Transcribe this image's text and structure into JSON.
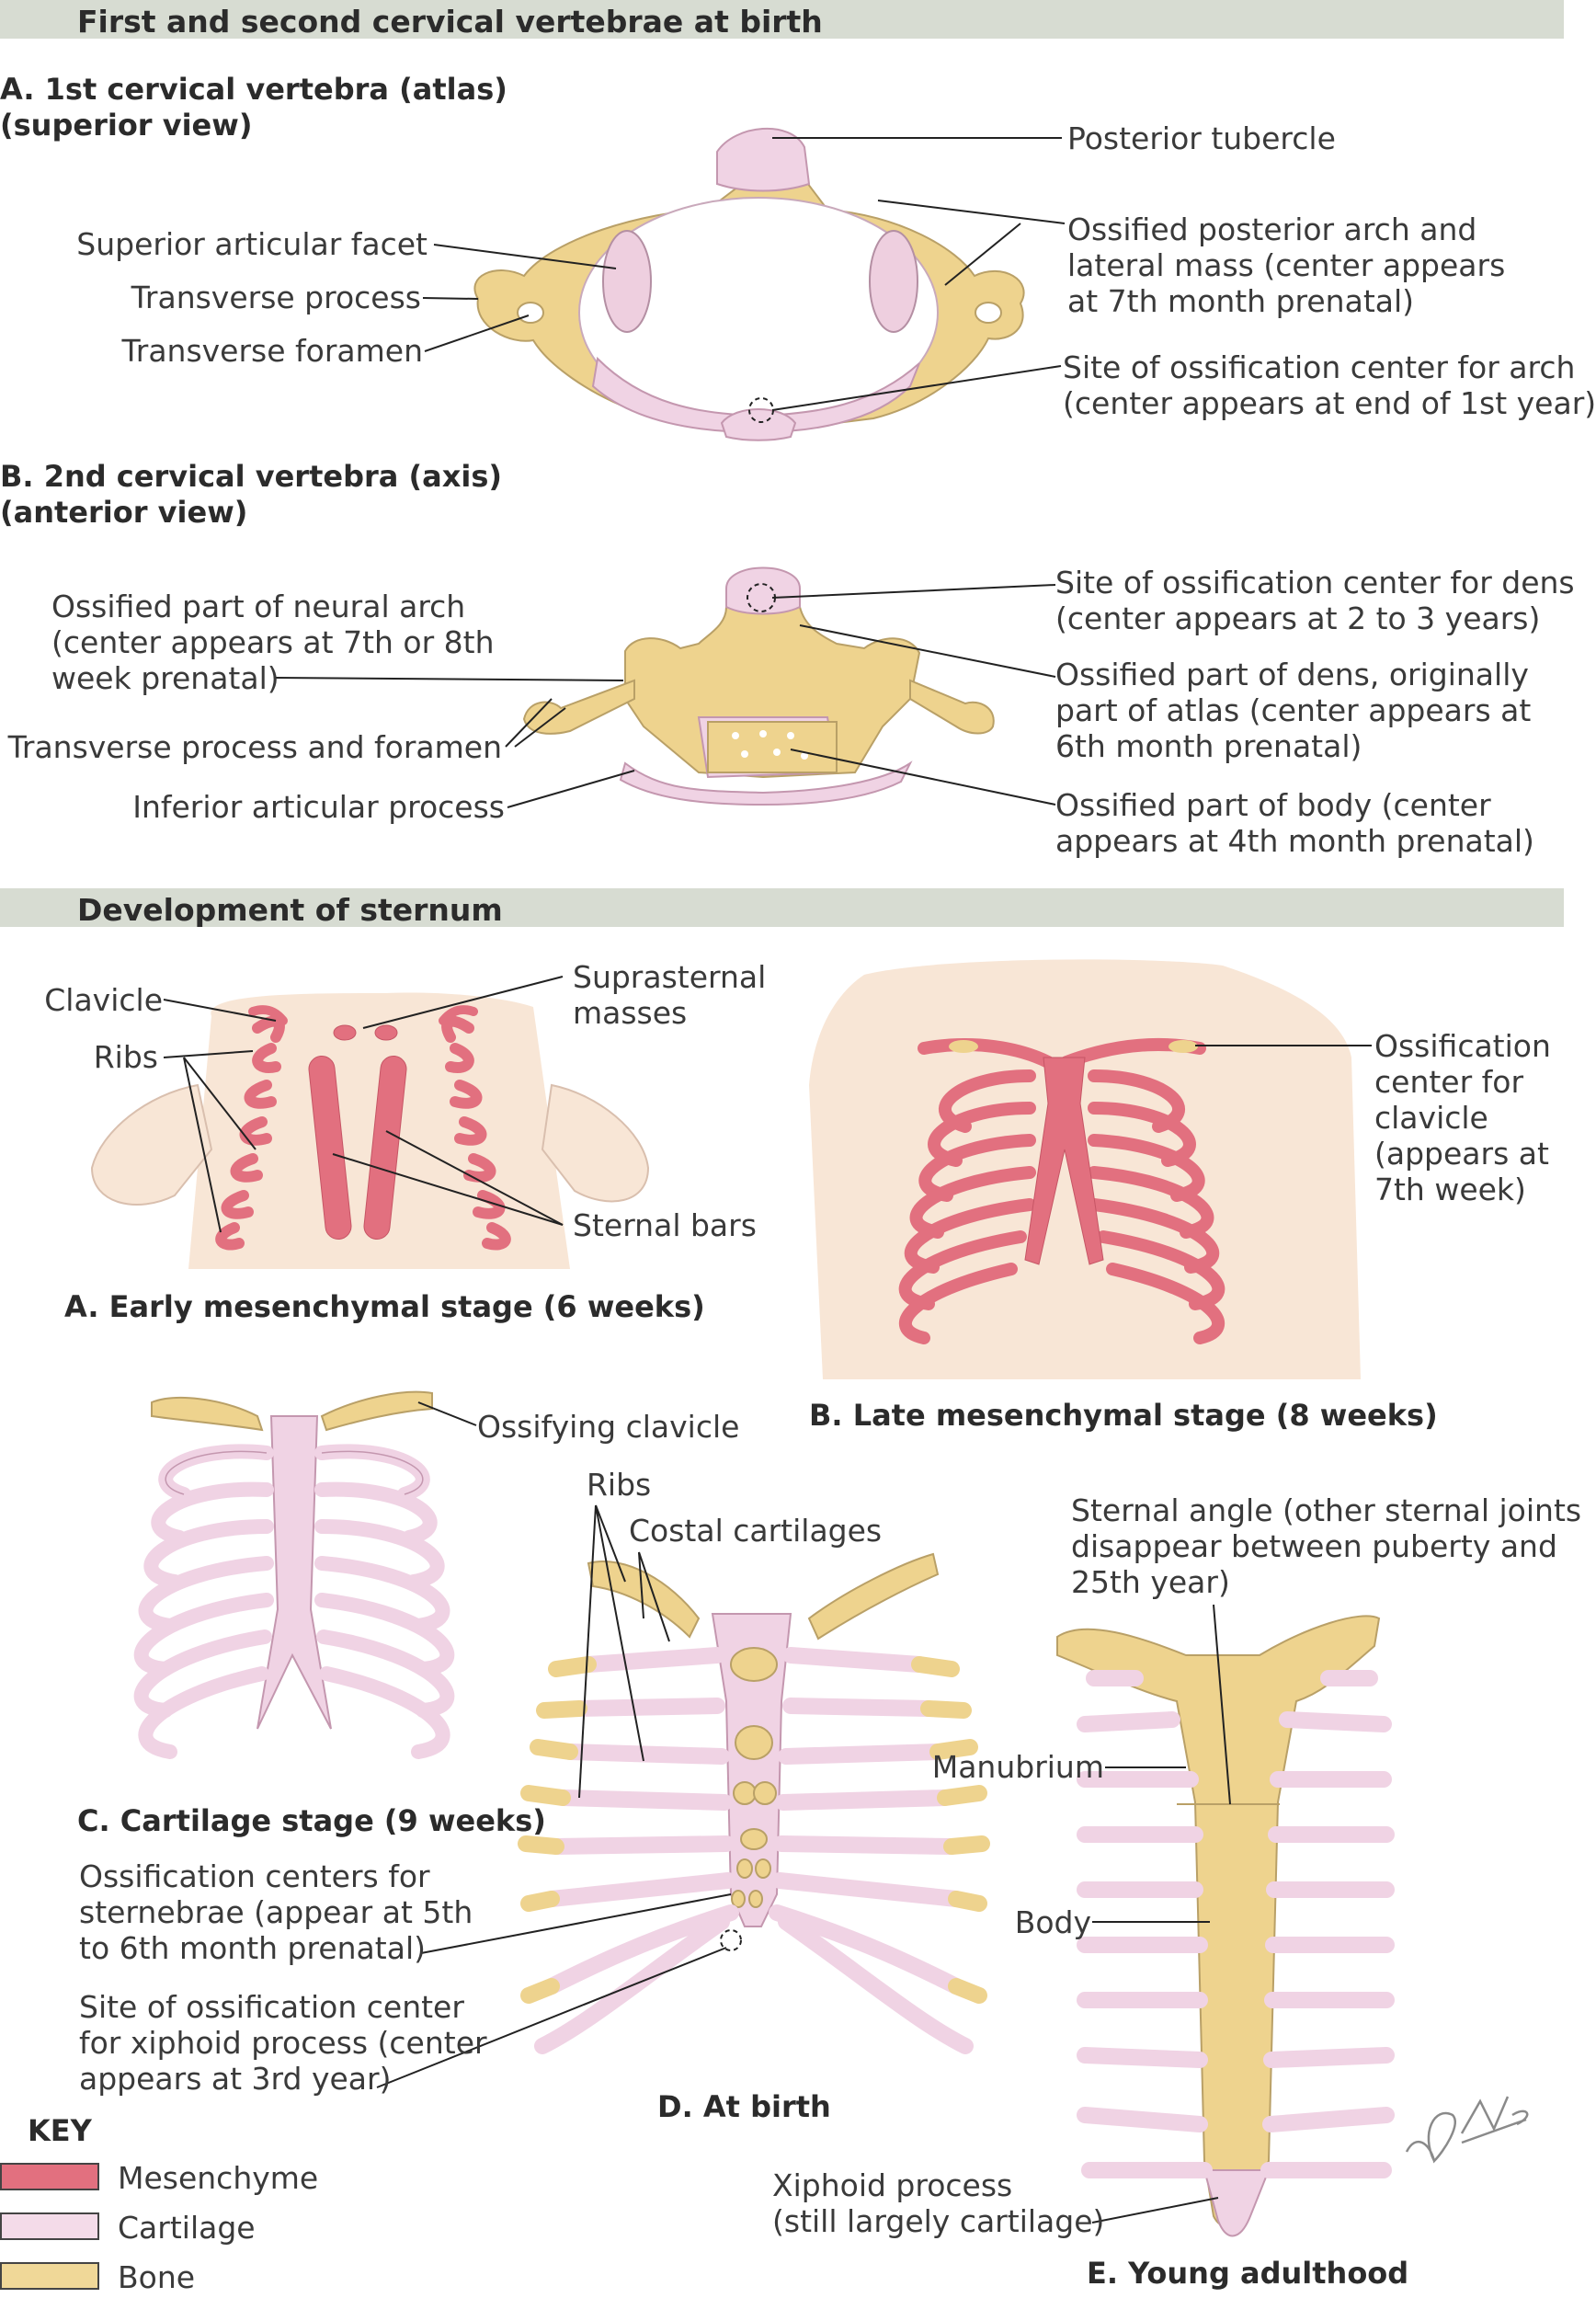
{
  "sections": {
    "cervical_title": "First and second cervical vertebrae at birth",
    "sternum_title": "Development of sternum"
  },
  "atlas": {
    "title_line1": "A. 1st cervical vertebra (atlas)",
    "title_line2": "(superior view)",
    "labels": {
      "posterior_tubercle": "Posterior tubercle",
      "superior_articular_facet": "Superior articular facet",
      "transverse_process": "Transverse process",
      "transverse_foramen": "Transverse foramen",
      "ossified_posterior_arch": "Ossified posterior arch and\nlateral mass (center appears\nat 7th month prenatal)",
      "site_arch": "Site of ossification center for arch\n(center appears at end of 1st year)"
    }
  },
  "axis": {
    "title_line1": "B. 2nd cervical vertebra (axis)",
    "title_line2": "(anterior view)",
    "labels": {
      "ossified_neural_arch": "Ossified part of neural arch\n(center appears at 7th or 8th\nweek prenatal)",
      "transverse_process_foramen": "Transverse process and foramen",
      "inferior_articular_process": "Inferior articular process",
      "site_dens": "Site of ossification center for dens\n(center appears at 2 to 3 years)",
      "ossified_dens": "Ossified part of dens, originally\npart of atlas (center appears at\n6th month prenatal)",
      "ossified_body": "Ossified part of body (center\nappears at 4th month prenatal)"
    }
  },
  "stage_a": {
    "caption": "A. Early mesenchymal stage (6 weeks)",
    "labels": {
      "clavicle": "Clavicle",
      "ribs": "Ribs",
      "suprasternal": "Suprasternal\nmasses",
      "sternal_bars": "Sternal bars"
    }
  },
  "stage_b": {
    "caption": "B. Late mesenchymal stage (8 weeks)",
    "labels": {
      "ossification_clavicle": "Ossification\ncenter for\nclavicle\n(appears at\n7th week)"
    }
  },
  "stage_c": {
    "caption": "C. Cartilage stage (9 weeks)",
    "labels": {
      "ossifying_clavicle": "Ossifying clavicle",
      "sternebrae": "Ossification centers for\nsternebrae (appear at 5th\nto 6th month prenatal)",
      "xiphoid_site": "Site of ossification center\nfor xiphoid process (center\nappears at 3rd year)"
    }
  },
  "stage_d": {
    "caption": "D. At birth",
    "labels": {
      "ribs": "Ribs",
      "costal_cartilages": "Costal cartilages"
    }
  },
  "stage_e": {
    "caption": "E. Young adulthood",
    "labels": {
      "sternal_angle": "Sternal angle (other sternal joints\ndisappear between puberty and\n25th year)",
      "manubrium": "Manubrium",
      "body": "Body",
      "xiphoid": "Xiphoid process\n(still largely cartilage)"
    }
  },
  "key": {
    "title": "KEY",
    "items": [
      {
        "label": "Mesenchyme",
        "color": "#e2707f"
      },
      {
        "label": "Cartilage",
        "color": "#f4dbe9"
      },
      {
        "label": "Bone",
        "color": "#f0d898"
      }
    ]
  },
  "signature": "F. Netter M.D.",
  "colors": {
    "banner": "#d7dcd2",
    "mesenchyme": "#e2707f",
    "cartilage": "#f0d3e4",
    "bone": "#eed38e",
    "skin": "#f8e6d6"
  }
}
